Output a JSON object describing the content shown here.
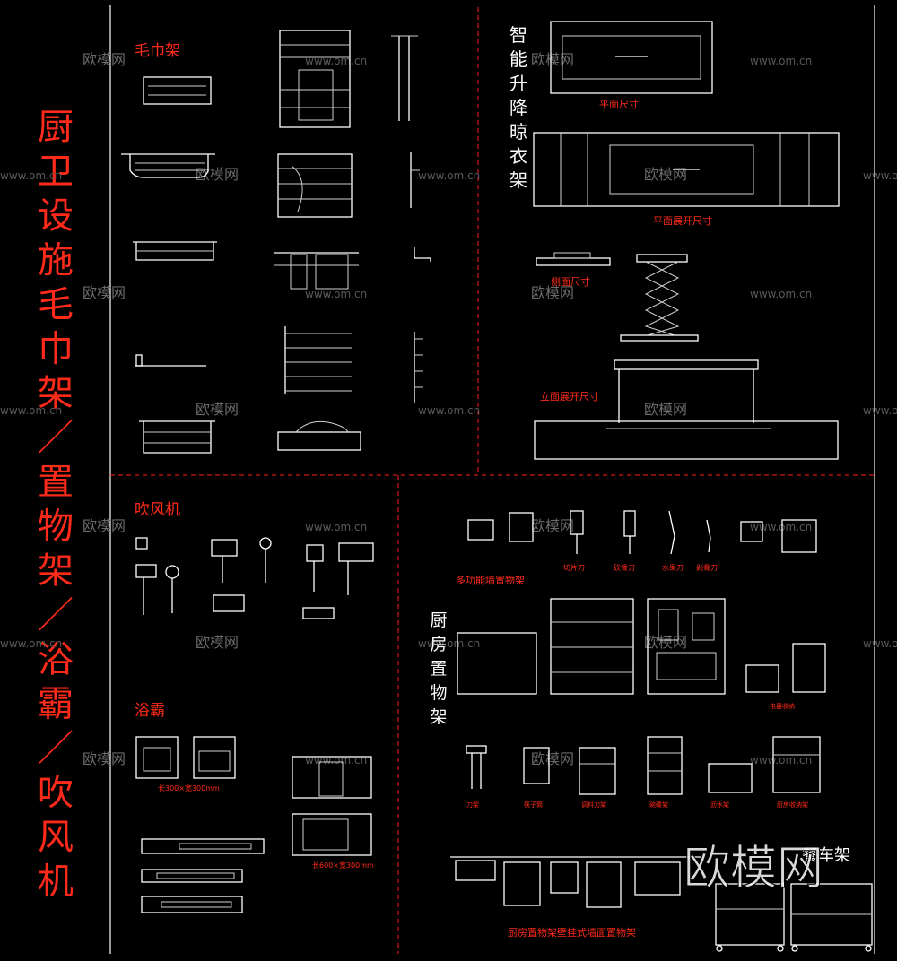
{
  "sheet": {
    "main_title": "厨卫设施毛巾架／置物架／浴霸／吹风机",
    "colors": {
      "background": "#000000",
      "label_red": "#ff2a1a",
      "line_white": "#ffffff",
      "divider_red": "#ff2020"
    }
  },
  "sections": {
    "towel_rack": {
      "title": "毛巾架"
    },
    "lifting_rack": {
      "title": "智能升降晾衣架",
      "labels": {
        "plan": "平面尺寸",
        "plan_unfolded": "平面展开尺寸",
        "side": "侧面尺寸",
        "elevation_unfolded": "立面展开尺寸"
      }
    },
    "hair_dryer": {
      "title": "吹风机"
    },
    "bath_heater": {
      "title": "浴霸",
      "dim_1": "长300×宽300mm",
      "dim_2": "长600×宽300mm"
    },
    "kitchen_shelf": {
      "title": "厨房置物架",
      "wall_shelf_label": "多功能墙置物架",
      "knives": [
        "切片刀",
        "砍骨刀",
        "水果刀",
        "剁骨刀"
      ],
      "bottom_label": "厨房置物架壁挂式墙面置物架",
      "cart_label": "餐车架",
      "small_labels": [
        "刀架",
        "筷子筒",
        "调料刀架",
        "碗碟架",
        "沥水架",
        "厨房收纳架",
        "电器收纳"
      ]
    }
  },
  "watermarks": {
    "brand": "欧模网",
    "url": "www.om.cn",
    "big_logo": "欧模网"
  }
}
